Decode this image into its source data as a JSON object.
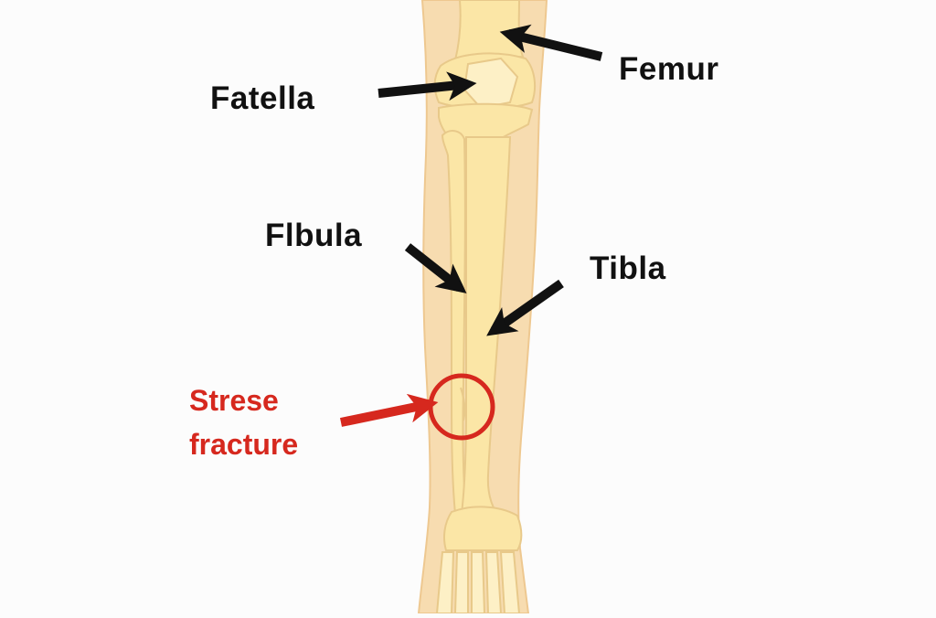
{
  "labels": {
    "femur": "Femur",
    "patella": "Fatella",
    "fibula": "Flbula",
    "tibia": "Tibla",
    "fracture_line1": "Strese",
    "fracture_line2": "fracture"
  },
  "colors": {
    "skin": "#f7dcb0",
    "skin_edge": "#eec890",
    "bone": "#fbe6a6",
    "bone_light": "#fdf0c6",
    "bone_edge": "#e8c98a",
    "arrow": "#111111",
    "fracture": "#d6281e"
  },
  "icons": {
    "femur_arrow": "arrow-left-down",
    "patella_arrow": "arrow-right",
    "fibula_arrow": "arrow-down-right",
    "tibia_arrow": "arrow-down-left",
    "fracture_arrow": "arrow-right",
    "fracture_marker": "circle-outline"
  }
}
